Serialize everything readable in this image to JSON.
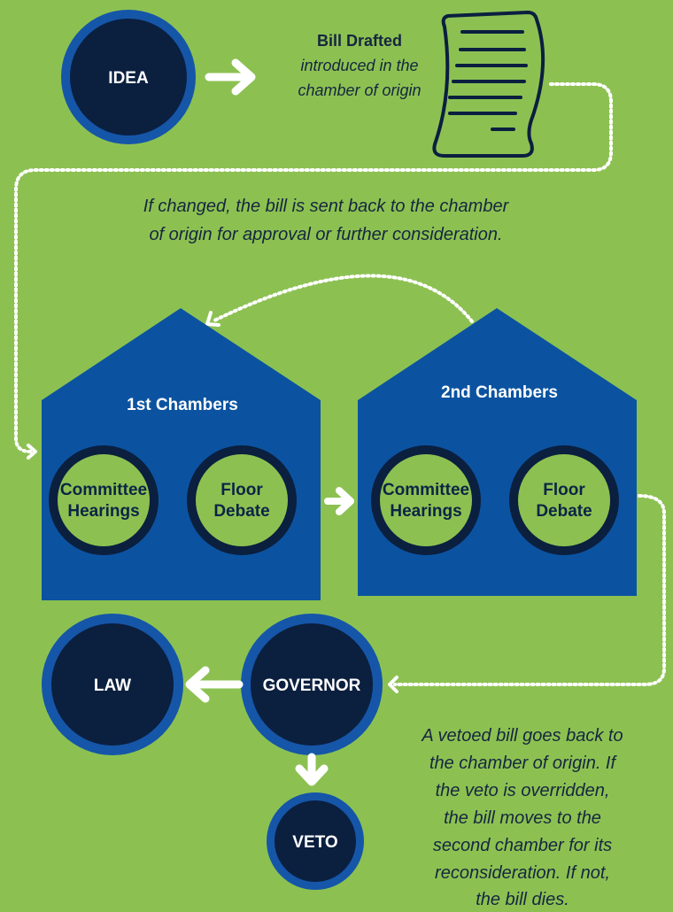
{
  "colors": {
    "background": "#8cc152",
    "chamber_blue": "#0b53a0",
    "circle_navy": "#0b1f3f",
    "ring_blue": "#1556a8",
    "node_green": "#8cc152",
    "text_dark": "#16263f",
    "connector": "#ffffff"
  },
  "nodes": {
    "idea": "IDEA",
    "law": "LAW",
    "governor": "GOVERNOR",
    "veto": "VETO"
  },
  "bill": {
    "title": "Bill Drafted",
    "caption_lines": [
      "introduced in the",
      "chamber of origin"
    ],
    "icon": "scroll-document-icon"
  },
  "notes": {
    "changed_lines": [
      "If changed, the bill is sent back to the chamber",
      "of origin for approval or further consideration."
    ],
    "veto_lines": [
      "A vetoed bill goes back to",
      "the chamber of origin. If",
      "the veto is overridden,",
      "the bill moves to the",
      "second chamber for its",
      "reconsideration. If not,",
      "the bill dies."
    ]
  },
  "chambers": [
    {
      "title": "1st Chambers",
      "steps": [
        {
          "lines": [
            "Committee",
            "Hearings"
          ]
        },
        {
          "lines": [
            "Floor",
            "Debate"
          ]
        }
      ]
    },
    {
      "title": "2nd Chambers",
      "steps": [
        {
          "lines": [
            "Committee",
            "Hearings"
          ]
        },
        {
          "lines": [
            "Floor",
            "Debate"
          ]
        }
      ]
    }
  ]
}
